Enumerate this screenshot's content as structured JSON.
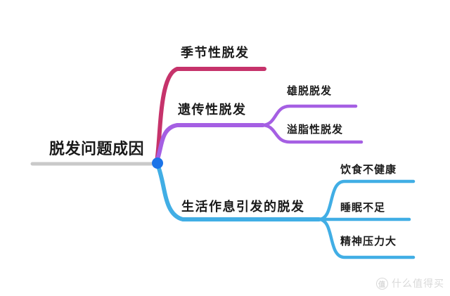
{
  "colors": {
    "branch_seasonal": "#C6336B",
    "branch_genetic": "#A55FE3",
    "branch_lifestyle": "#41AEE5",
    "root_line": "#C9C9C9",
    "junction_dot": "#1B74E8",
    "text": "#1a1a1a",
    "watermark": "#d9d9d9"
  },
  "mindmap": {
    "root": {
      "label": "脱发问题成因"
    },
    "branches": [
      {
        "label": "季节性脱发",
        "color": "#C6336B",
        "children": []
      },
      {
        "label": "遗传性脱发",
        "color": "#A55FE3",
        "children": [
          {
            "label": "雄脱脱发"
          },
          {
            "label": "溢脂性脱发"
          }
        ]
      },
      {
        "label": "生活作息引发的脱发",
        "color": "#41AEE5",
        "children": [
          {
            "label": "饮食不健康"
          },
          {
            "label": "睡眠不足"
          },
          {
            "label": "精神压力大"
          }
        ]
      }
    ]
  },
  "watermark": {
    "logo": "值",
    "text": "什么值得买"
  }
}
